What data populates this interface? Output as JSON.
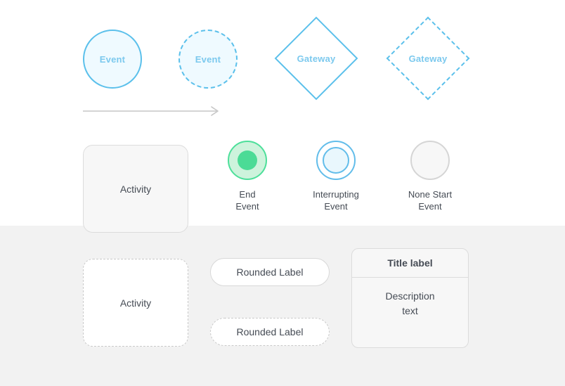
{
  "palette": {
    "page_background": "#ffffff",
    "band_background": "#f2f2f2",
    "accent_blue": "#5bc0eb",
    "accent_blue_text": "#7cc9ee",
    "event_fill_blue": "#effaff",
    "accent_green": "#4bdb96",
    "green_fill": "#cdf3dc",
    "neutral_border": "#dcdcdc",
    "neutral_fill": "#f7f7f7",
    "text_dark": "#454b54",
    "arrow_gray": "#c6c6c6"
  },
  "top_row": {
    "event_solid": {
      "label": "Event",
      "border_style": "solid"
    },
    "event_dashed": {
      "label": "Event",
      "border_style": "dashed"
    },
    "gateway_solid": {
      "label": "Gateway",
      "border_style": "solid"
    },
    "gateway_dashed": {
      "label": "Gateway",
      "border_style": "dashed"
    }
  },
  "connector": {
    "type": "sequence-flow-arrow",
    "direction": "right",
    "color": "#c6c6c6"
  },
  "middle_row": {
    "activity": {
      "label": "Activity",
      "border_style": "solid"
    },
    "markers": [
      {
        "caption": "End\nEvent",
        "variant": "end"
      },
      {
        "caption": "Interrupting\nEvent",
        "variant": "interrupting"
      },
      {
        "caption": "None Start\nEvent",
        "variant": "none-start"
      }
    ]
  },
  "bottom_row": {
    "activity": {
      "label": "Activity",
      "border_style": "dashed"
    },
    "pills": [
      {
        "label": "Rounded Label",
        "border_style": "solid"
      },
      {
        "label": "Rounded Label",
        "border_style": "dashed"
      }
    ],
    "card": {
      "title": "Title label",
      "description": "Description\ntext"
    }
  }
}
